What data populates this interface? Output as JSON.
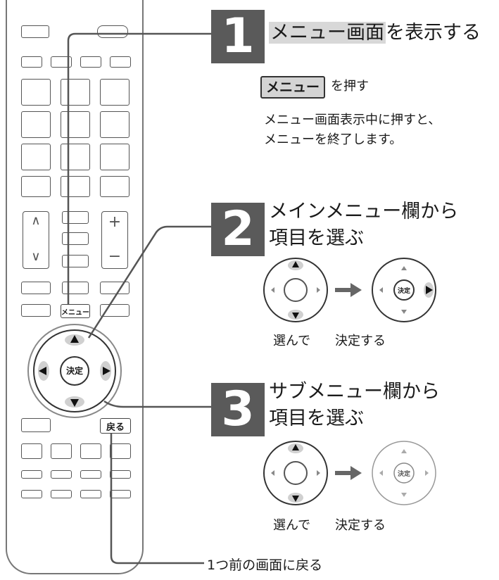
{
  "remote": {
    "menu_button_label": "メニュー",
    "enter_button_label": "決定",
    "back_button_label": "戻る",
    "vol_up": "+",
    "vol_down": "−",
    "ch_up": "∧",
    "ch_down": "∨"
  },
  "steps": [
    {
      "number": "1",
      "title_highlight": "メニュー画面",
      "title_rest": "を表示する",
      "key_label": "メニュー",
      "key_action": "を押す",
      "note_line1": "メニュー画面表示中に押すと、",
      "note_line2": "メニューを終了します。"
    },
    {
      "number": "2",
      "title_line1": "メインメニュー欄から",
      "title_line2": "項目を選ぶ",
      "select_caption": "選んで",
      "confirm_caption": "決定する"
    },
    {
      "number": "3",
      "title_line1": "サブメニュー欄から",
      "title_line2": "項目を選ぶ",
      "select_caption": "選んで",
      "confirm_caption": "決定する"
    }
  ],
  "back_caption": "1つ前の画面に戻る",
  "colors": {
    "badge": "#5a5a5a",
    "highlight": "#d8d8d8",
    "arrow": "#666666"
  }
}
